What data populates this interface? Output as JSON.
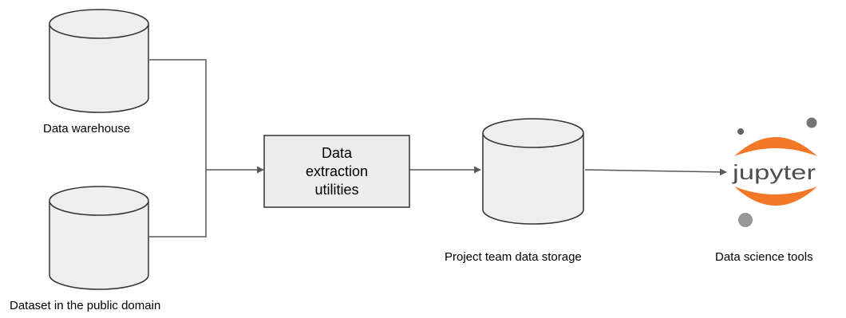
{
  "nodes": {
    "data_warehouse": {
      "label": "Data warehouse"
    },
    "public_dataset": {
      "label": "Dataset in the public domain"
    },
    "extraction_utilities": {
      "label": "Data extraction utilities"
    },
    "project_storage": {
      "label": "Project team data storage"
    },
    "data_science_tools": {
      "label": "Data science tools",
      "logo_text": "jupyter"
    }
  },
  "colors": {
    "cylinder_fill": "#eeeeee",
    "outline": "#333333",
    "box_fill": "#ededed",
    "connector": "#595959",
    "jupyter_orange": "#f37726",
    "jupyter_gray": "#767677",
    "jupyter_text": "#4e4e4e"
  },
  "icons": {
    "database": "cylinder-icon",
    "logo": "jupyter-logo"
  }
}
